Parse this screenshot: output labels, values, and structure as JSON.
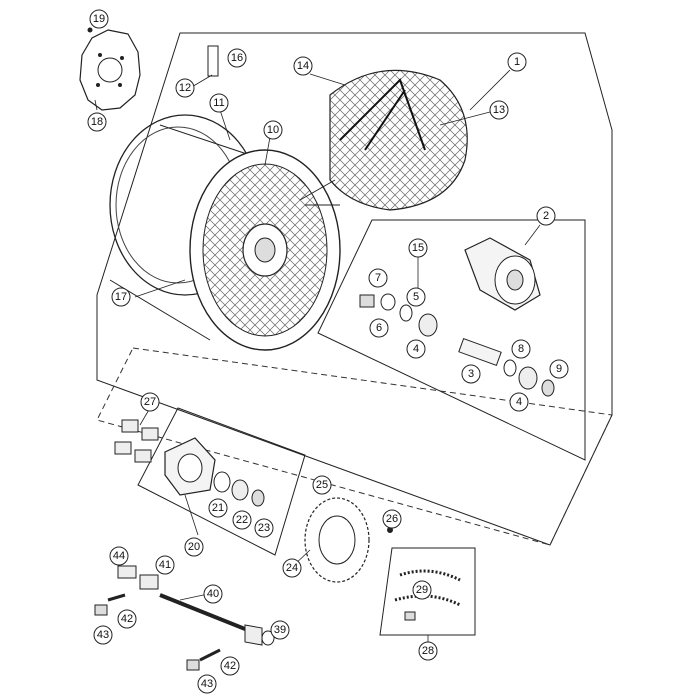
{
  "diagram": {
    "labels": [
      {
        "id": "1",
        "text": "1"
      },
      {
        "id": "2",
        "text": "2"
      },
      {
        "id": "3",
        "text": "3"
      },
      {
        "id": "4a",
        "text": "4"
      },
      {
        "id": "4b",
        "text": "4"
      },
      {
        "id": "5",
        "text": "5"
      },
      {
        "id": "6",
        "text": "6"
      },
      {
        "id": "7",
        "text": "7"
      },
      {
        "id": "8",
        "text": "8"
      },
      {
        "id": "9",
        "text": "9"
      },
      {
        "id": "10",
        "text": "10"
      },
      {
        "id": "11",
        "text": "11"
      },
      {
        "id": "12",
        "text": "12"
      },
      {
        "id": "13",
        "text": "13"
      },
      {
        "id": "14",
        "text": "14"
      },
      {
        "id": "15",
        "text": "15"
      },
      {
        "id": "16",
        "text": "16"
      },
      {
        "id": "17",
        "text": "17"
      },
      {
        "id": "18",
        "text": "18"
      },
      {
        "id": "19",
        "text": "19"
      },
      {
        "id": "20",
        "text": "20"
      },
      {
        "id": "21",
        "text": "21"
      },
      {
        "id": "22",
        "text": "22"
      },
      {
        "id": "23",
        "text": "23"
      },
      {
        "id": "24",
        "text": "24"
      },
      {
        "id": "25",
        "text": "25"
      },
      {
        "id": "26",
        "text": "26"
      },
      {
        "id": "27",
        "text": "27"
      },
      {
        "id": "28",
        "text": "28"
      },
      {
        "id": "29",
        "text": "29"
      },
      {
        "id": "39",
        "text": "39"
      },
      {
        "id": "40",
        "text": "40"
      },
      {
        "id": "41",
        "text": "41"
      },
      {
        "id": "42a",
        "text": "42"
      },
      {
        "id": "42b",
        "text": "42"
      },
      {
        "id": "43a",
        "text": "43"
      },
      {
        "id": "43b",
        "text": "43"
      },
      {
        "id": "44",
        "text": "44"
      }
    ]
  }
}
